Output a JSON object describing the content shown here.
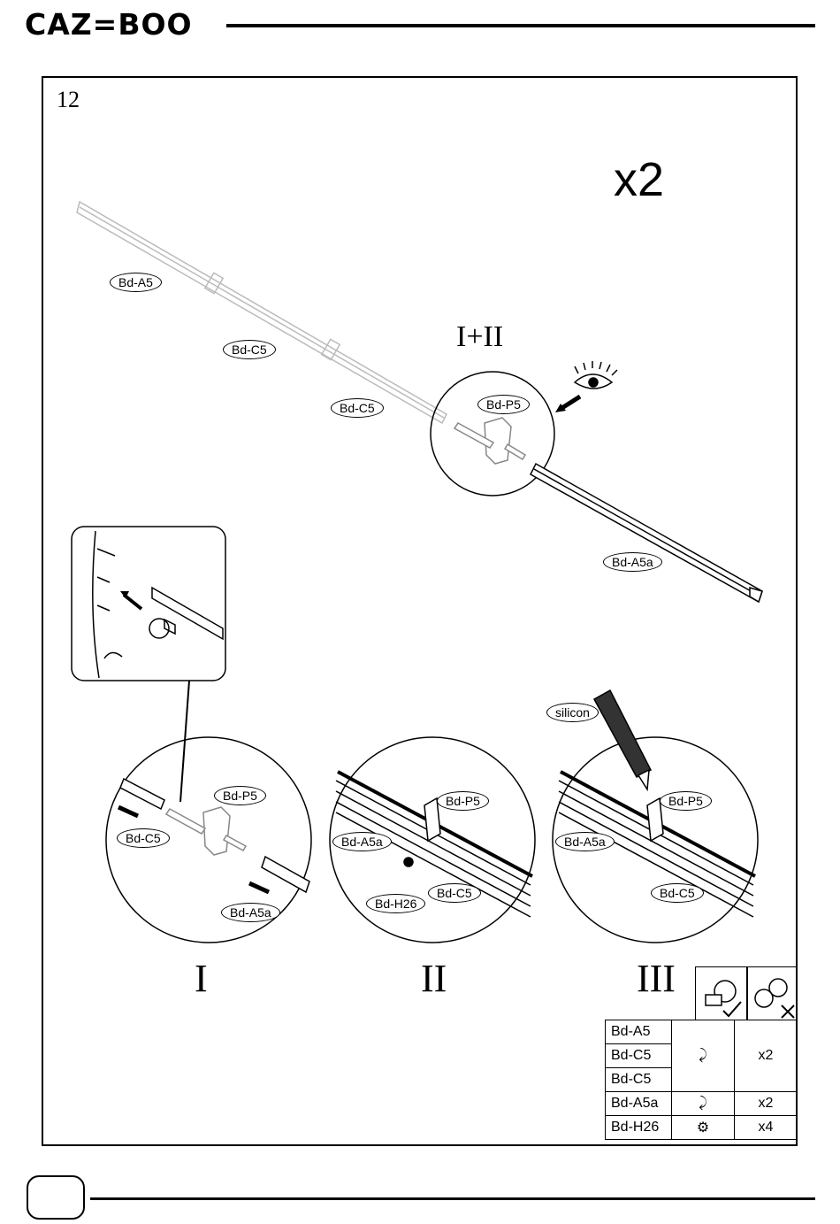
{
  "header": {
    "brand": "CAZ=BOO"
  },
  "step": {
    "number": "12",
    "multiplier": "x2"
  },
  "labels": {
    "bd_a5": "Bd-A5",
    "bd_c5_1": "Bd-C5",
    "bd_c5_2": "Bd-C5",
    "bd_p5_top": "Bd-P5",
    "bd_a5a_top": "Bd-A5a",
    "silicon": "silicon"
  },
  "details": {
    "top_title": "I+II",
    "I": {
      "roman": "I",
      "p5": "Bd-P5",
      "c5": "Bd-C5",
      "a5a": "Bd-A5a"
    },
    "II": {
      "roman": "II",
      "p5": "Bd-P5",
      "a5a": "Bd-A5a",
      "h26": "Bd-H26",
      "c5": "Bd-C5"
    },
    "III": {
      "roman": "III",
      "p5": "Bd-P5",
      "a5a": "Bd-A5a",
      "c5": "Bd-C5"
    }
  },
  "parts_table": {
    "rows": [
      {
        "name": "Bd-A5",
        "icon": "profile-icon",
        "qty": "x2"
      },
      {
        "name": "Bd-C5",
        "icon": "profile-icon",
        "qty": "x2"
      },
      {
        "name": "Bd-C5",
        "icon": "profile-icon",
        "qty": "x2"
      },
      {
        "name": "Bd-A5a",
        "icon": "profile-icon",
        "qty": "x2"
      },
      {
        "name": "Bd-H26",
        "icon": "screw-icon",
        "qty": "x4"
      }
    ]
  }
}
